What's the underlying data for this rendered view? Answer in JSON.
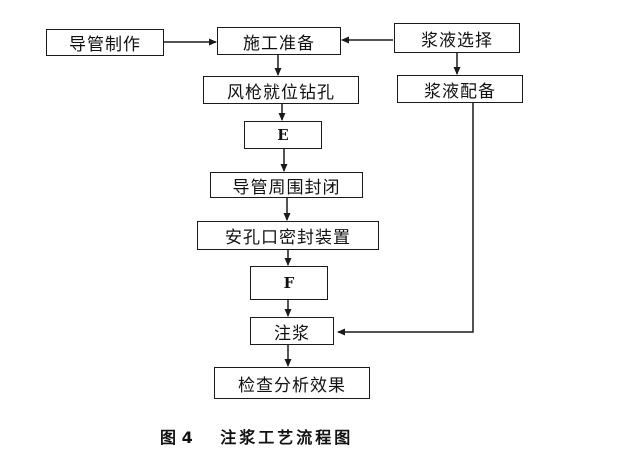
{
  "diagram": {
    "nodes": {
      "guide_pipe": "导管制作",
      "prep": "施工准备",
      "slurry_select": "浆液选择",
      "drill": "风枪就位钻孔",
      "e": "E",
      "slurry_mix": "浆液配备",
      "seal_around": "导管周围封闭",
      "install_seal": "安孔口密封装置",
      "f": "F",
      "grout": "注浆",
      "check": "检查分析效果"
    },
    "colors": {
      "line": "#1a1a1a",
      "text": "#111111"
    }
  },
  "caption": {
    "figure": "图 4",
    "title": "注浆工艺流程图"
  }
}
